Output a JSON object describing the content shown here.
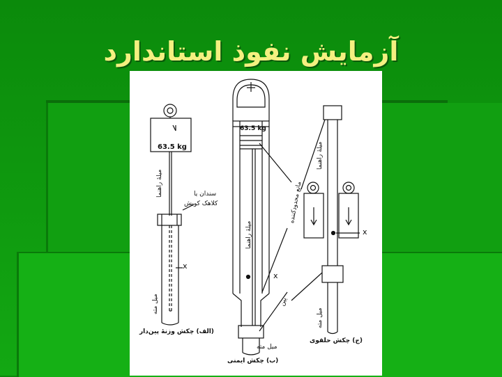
{
  "slide": {
    "title": "آزمایش نفوذ استاندارد",
    "colors": {
      "background": "#0f9a0f",
      "title": "#f4f080",
      "figure_bg": "#ffffff"
    }
  },
  "figure": {
    "a": {
      "weight": "63.5 kg",
      "guide_rod": "میلهٔ راهنما",
      "anvil_line1": "سندان یا",
      "anvil_line2": "کلاهک کوبش",
      "x_mark": "x",
      "drill_rod": "میل مته",
      "caption": "(الف) چکش وزنهٔ پین‌دار"
    },
    "b": {
      "weight": "63.5 kg",
      "limiter": "مانع محدودکننده",
      "guide_rod": "میلهٔ راهنما",
      "x_mark": "x",
      "pin": "پین",
      "drill_rod": "میل مته",
      "caption": "(ب) چکش ایمنی"
    },
    "c": {
      "guide_rod": "میلهٔ راهنما",
      "x_mark": "x",
      "drill_rod": "میل مته",
      "caption": "(ج) چکش حلقوی"
    }
  }
}
